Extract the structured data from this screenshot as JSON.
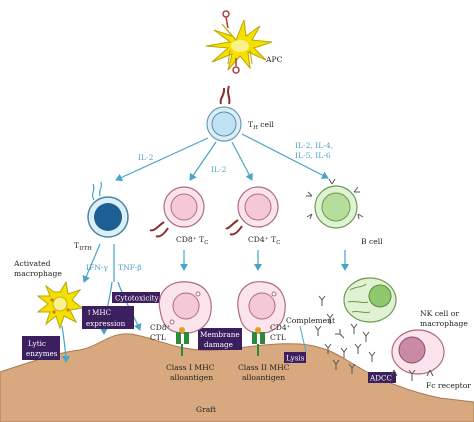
{
  "colors": {
    "arrow": "#4aa3c8",
    "label_box": "#3b1f5e",
    "tissue": "#d8a97e",
    "apc": "#f5e000",
    "th_cell": "#bfe3f4",
    "b_cell": "#b7dd9a",
    "tc_cell": "#f4c8d6"
  },
  "labels": {
    "apc": "APC",
    "th": "T",
    "th_sub": "H",
    "th_suffix": " cell",
    "tdth": "T",
    "tdth_sub": "DTH",
    "cd8_tc": "CD8⁺ T",
    "cd8_tc_sub": "C",
    "cd4_tc": "CD4⁺ T",
    "cd4_tc_sub": "C",
    "b_cell": "B cell",
    "activated_macrophage_1": "Activated",
    "activated_macrophage_2": "macrophage",
    "cd8_ctl_1": "CD8⁺",
    "cd8_ctl_2": "CTL",
    "cd4_ctl_1": "CD4⁺",
    "cd4_ctl_2": "CTL",
    "complement": "Complement",
    "nk_1": "NK cell or",
    "nk_2": "macrophage",
    "class1_1": "Class I MHC",
    "class1_2": "alloantigen",
    "class2_1": "Class II MHC",
    "class2_2": "alloantigen",
    "fc_receptor": "Fc receptor",
    "graft": "Graft"
  },
  "cytokines": {
    "il2_left": "IL-2",
    "il2_mid": "IL-2",
    "il_list_1": "IL-2, IL-4,",
    "il_list_2": "IL-5, IL-6",
    "ifn": "IFN-γ",
    "tnf": "TNF-β"
  },
  "boxes": {
    "cytotoxicity": "Cytotoxicity",
    "mhc_1": "↑MHC",
    "mhc_2": "expression",
    "lytic_1": "Lytic",
    "lytic_2": "enzymes",
    "membrane_1": "Membrane",
    "membrane_2": "damage",
    "lysis": "Lysis",
    "adcc": "ADCC"
  }
}
